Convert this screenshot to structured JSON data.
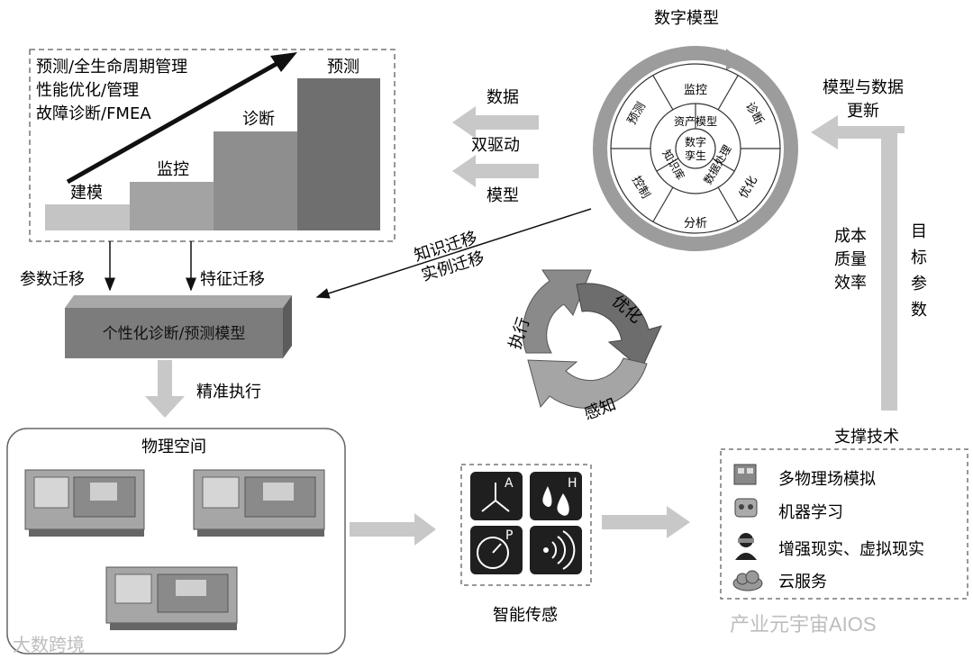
{
  "top_left_panel": {
    "lines": [
      "预测/全生命周期管理",
      "性能优化/管理",
      "故障诊断/FMEA"
    ],
    "steps": [
      "建模",
      "监控",
      "诊断",
      "预测"
    ]
  },
  "arrows_left": {
    "param_migration": "参数迁移",
    "feature_migration": "特征迁移",
    "precise_execution": "精准执行"
  },
  "model_box": {
    "label": "个性化诊断/预测模型"
  },
  "dual_drive": {
    "data": "数据",
    "dual": "双驱动",
    "model": "模型"
  },
  "knowledge_transfer": {
    "line1": "知识迁移",
    "line2": "实例迁移"
  },
  "digital_model": {
    "title": "数字模型",
    "outer_ring": [
      "监控",
      "诊断",
      "优化",
      "分析",
      "控制",
      "预测"
    ],
    "inner_ring": [
      "资产模型",
      "数据处理",
      "知识库"
    ],
    "center": [
      "数字",
      "孪生"
    ]
  },
  "model_update": {
    "line1": "模型与数据",
    "line2": "更新"
  },
  "targets": {
    "left": [
      "成本",
      "质量",
      "效率"
    ],
    "right": [
      "目",
      "标",
      "参",
      "数"
    ]
  },
  "cycle": {
    "optimize": "优化",
    "execute": "执行",
    "perceive": "感知"
  },
  "physical_space": {
    "title": "物理空间"
  },
  "smart_sensing": {
    "title": "智能传感",
    "icons": [
      "A",
      "H",
      "P",
      ""
    ]
  },
  "support_tech": {
    "title": "支撑技术",
    "items": [
      "多物理场模拟",
      "机器学习",
      "增强现实、虚拟现实",
      "云服务"
    ]
  },
  "watermarks": {
    "left": "大数跨境",
    "right": "产业元宇宙AIOS"
  }
}
